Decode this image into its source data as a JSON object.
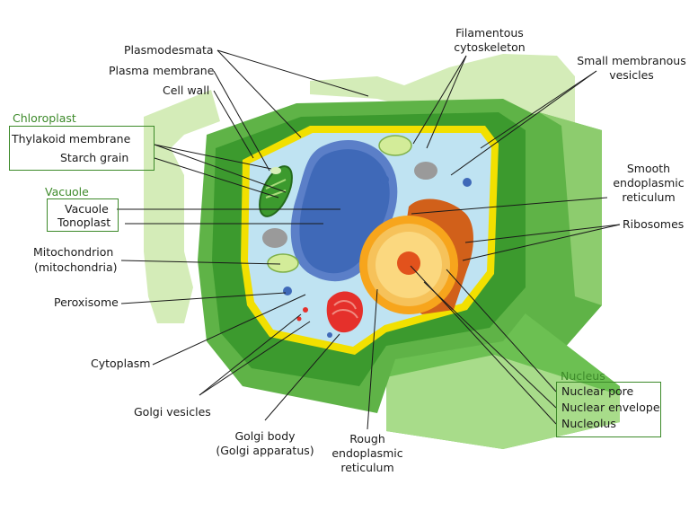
{
  "labels": {
    "plasmodesmata": "Plasmodesmata",
    "plasma_membrane": "Plasma membrane",
    "cell_wall": "Cell wall",
    "filamentous_cytoskeleton_1": "Filamentous",
    "filamentous_cytoskeleton_2": "cytoskeleton",
    "small_membranous_vesicles_1": "Small membranous",
    "small_membranous_vesicles_2": "vesicles",
    "thylakoid_membrane": "Thylakoid membrane",
    "starch_grain": "Starch grain",
    "vacuole": "Vacuole",
    "tonoplast": "Tonoplast",
    "mitochondrion_1": "Mitochondrion",
    "mitochondrion_2": "(mitochondria)",
    "peroxisome": "Peroxisome",
    "cytoplasm": "Cytoplasm",
    "golgi_vesicles": "Golgi vesicles",
    "golgi_body_1": "Golgi body",
    "golgi_body_2": "(Golgi apparatus)",
    "rough_er_1": "Rough",
    "rough_er_2": "endoplasmic",
    "rough_er_3": "reticulum",
    "smooth_er_1": "Smooth",
    "smooth_er_2": "endoplasmic",
    "smooth_er_3": "reticulum",
    "ribosomes": "Ribosomes",
    "nuclear_pore": "Nuclear pore",
    "nuclear_envelope": "Nuclear envelope",
    "nucleolus": "Nucleolus"
  },
  "groups": {
    "chloroplast": "Chloroplast",
    "vacuole": "Vacuole",
    "nucleus": "Nucleus"
  },
  "colors": {
    "wall_light": "#d4ecb8",
    "wall_mid": "#67bb4b",
    "wall_dark": "#3c9a2e",
    "plasma_membrane": "#f2e000",
    "cytoplasm": "#bfe3f2",
    "vacuole": "#3f69b8",
    "nucleus_outer": "#f7a51c",
    "nucleolus": "#e2521c",
    "golgi": "#e5302b",
    "group_label": "#3d8a2a"
  }
}
